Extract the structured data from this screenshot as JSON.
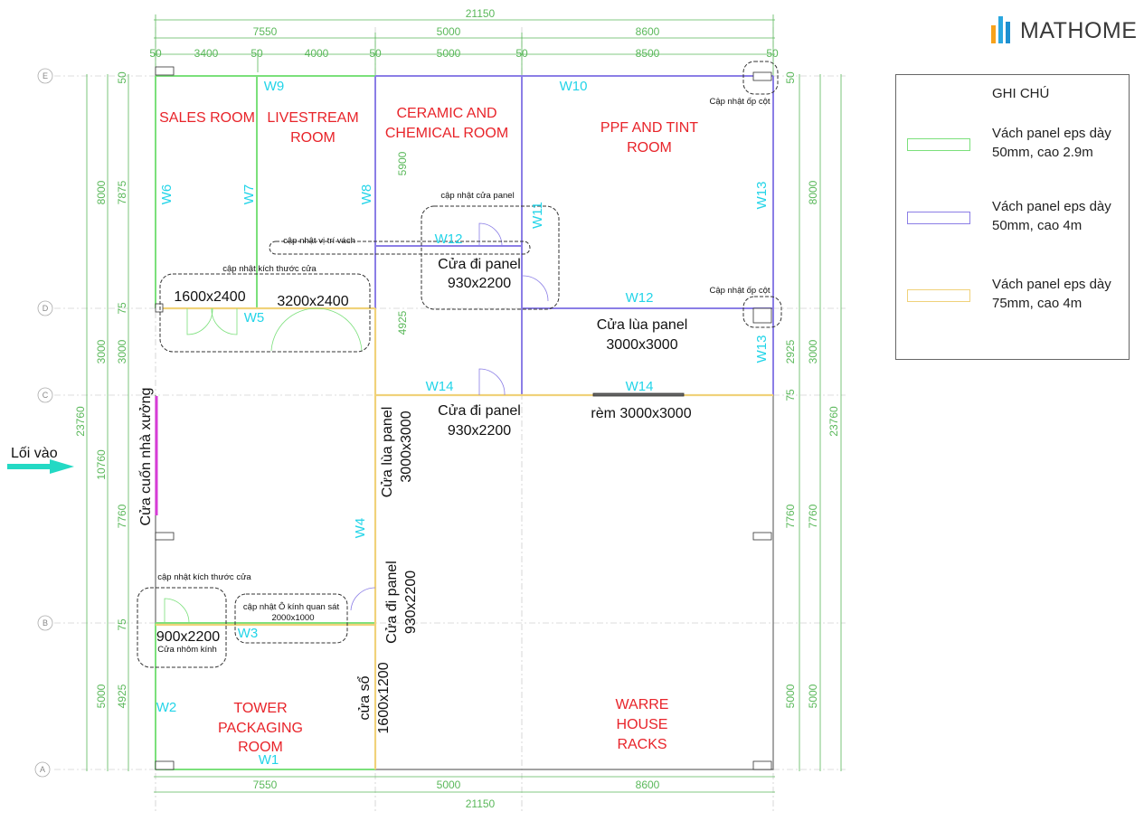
{
  "logo": {
    "brand": "MATHOME",
    "colors": [
      "#f7a21b",
      "#2aa7df",
      "#1d8fd0"
    ]
  },
  "legend": {
    "title": "GHI CHÚ",
    "items": [
      {
        "line1": "Vách panel eps dày",
        "line2": "50mm, cao 2.9m",
        "color": "#7be07b"
      },
      {
        "line1": "Vách panel eps dày",
        "line2": "50mm, cao 4m",
        "color": "#8b7ee6"
      },
      {
        "line1": "Vách panel eps dày",
        "line2": "75mm, cao 4m",
        "color": "#f0d27a"
      }
    ]
  },
  "dimensions": {
    "top_total": "21150",
    "top_mid": [
      "7550",
      "5000",
      "8600"
    ],
    "top_detail": [
      "50",
      "3400",
      "50",
      "4000",
      "50",
      "5000",
      "50",
      "8500",
      "50"
    ],
    "bottom_mid": [
      "7550",
      "5000",
      "8600"
    ],
    "bottom_total": "21150",
    "left_total": "23760",
    "left_outer": [
      "8000",
      "3000",
      "10760",
      "5000"
    ],
    "left_inner": [
      "50",
      "7875",
      "75",
      "3000",
      "7760",
      "75",
      "4925"
    ],
    "right_total": "23760",
    "right_outer": [
      "8000",
      "3000",
      "7760",
      "5000"
    ],
    "right_inner": [
      "50",
      "2925",
      "75",
      "7760",
      "5000"
    ],
    "interior": [
      "5900",
      "4925"
    ]
  },
  "grid": [
    "E",
    "D",
    "C",
    "B",
    "A"
  ],
  "rooms": {
    "sales_1": "SALES ROOM",
    "live_1": "LIVESTREAM",
    "live_2": "ROOM",
    "ceramic_1": "CERAMIC AND",
    "ceramic_2": "CHEMICAL ROOM",
    "ppf_1": "PPF AND TINT",
    "ppf_2": "ROOM",
    "tower_1": "TOWER",
    "tower_2": "PACKAGING",
    "tower_3": "ROOM",
    "ware_1": "WARRE",
    "ware_2": "HOUSE",
    "ware_3": "RACKS"
  },
  "walls": [
    "W1",
    "W2",
    "W3",
    "W4",
    "W5",
    "W6",
    "W7",
    "W8",
    "W9",
    "W10",
    "W11",
    "W12",
    "W12",
    "W13",
    "W13",
    "W14",
    "W14"
  ],
  "labels": {
    "door_panel_1a": "Cửa đi panel",
    "door_panel_1b": "930x2200",
    "slide_panel_a": "Cửa lùa panel",
    "slide_panel_b": "3000x3000",
    "door_panel_2a": "Cửa đi panel",
    "door_panel_2b": "930x2200",
    "curtain": "rèm 3000x3000",
    "door_1600": "1600x2400",
    "door_3200": "3200x2400",
    "roll_door": "Cửa cuốn nhà xưởng",
    "slide_vert_a": "Cửa lùa panel",
    "slide_vert_b": "3000x3000",
    "door_vert_a": "Cửa đi panel",
    "door_vert_b": "930x2200",
    "window_a": "cửa sổ",
    "window_b": "1600x1200",
    "glass_door_a": "900x2200",
    "glass_door_b": "Cửa nhôm kính",
    "entrance": "Lối vào"
  },
  "notes": {
    "update_door_panel": "cập nhật cửa panel",
    "update_wall_pos": "cập nhật vị trí vách",
    "update_door_size_1": "cập nhật kích thước cửa",
    "update_door_size_2": "cập nhật kích thước cửa",
    "update_column_1": "Cập nhật ốp cột",
    "update_column_2": "Cập nhật ốp cột",
    "update_window_a": "cập nhật Ô kính quan sát",
    "update_window_b": "2000x1000"
  }
}
